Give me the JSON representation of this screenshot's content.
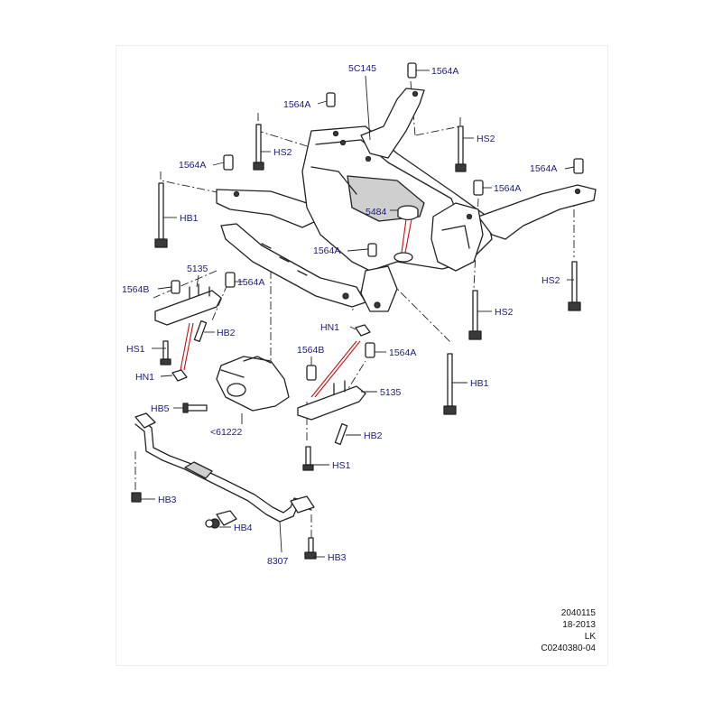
{
  "labels": {
    "c5c145": "5C145",
    "b1564a_1": "1564A",
    "b1564a_2": "1564A",
    "b1564a_3": "1564A",
    "b1564a_4": "1564A",
    "b1564a_5": "1564A",
    "b1564a_6": "1564A",
    "b1564a_7": "1564A",
    "b1564a_8": "1564A",
    "hs2_1": "HS2",
    "hs2_2": "HS2",
    "hs2_3": "HS2",
    "hs2_4": "HS2",
    "hb1_1": "HB1",
    "hb1_2": "HB1",
    "p5484": "5484",
    "p5135_1": "5135",
    "p5135_2": "5135",
    "b1564b_1": "1564B",
    "b1564b_2": "1564B",
    "hb2_1": "HB2",
    "hb2_2": "HB2",
    "hs1_1": "HS1",
    "hs1_2": "HS1",
    "hn1_1": "HN1",
    "hn1_2": "HN1",
    "hb5": "HB5",
    "p61222": "<61222",
    "hb3_1": "HB3",
    "hb3_2": "HB3",
    "hb4": "HB4",
    "p8307": "8307"
  },
  "footer": {
    "line1": "2040115",
    "line2": "18-2013",
    "line3": "LK",
    "line4": "C0240380-04"
  }
}
